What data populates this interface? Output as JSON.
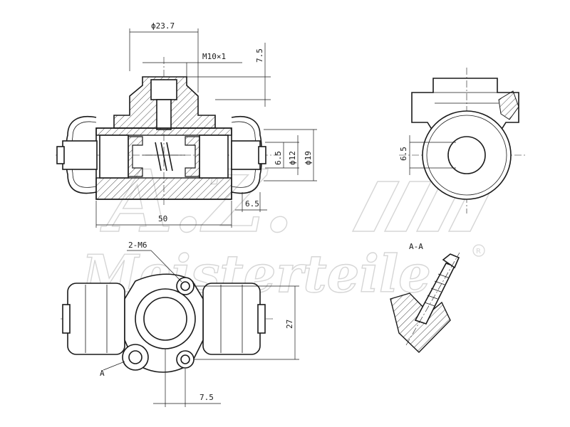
{
  "drawing": {
    "watermark_brand": "Meisterteile",
    "watermark_monogram": "A.Z.",
    "watermark_mark": "R",
    "section_label": "A-A",
    "section_marker": "A",
    "dimensions": {
      "phi_23_7": "ϕ23.7",
      "thread_m10": "M10×1",
      "d_7_5_top": "7.5",
      "d_6_5_mid": "6.5",
      "phi_12": "ϕ12",
      "phi_19": "ϕ19",
      "d_6_5_low": "6.5",
      "length_50": "50",
      "d_6_5_side": "6.5",
      "bolts_2_m6": "2-M6",
      "height_27": "27",
      "d_7_5_bottom": "7.5"
    }
  }
}
